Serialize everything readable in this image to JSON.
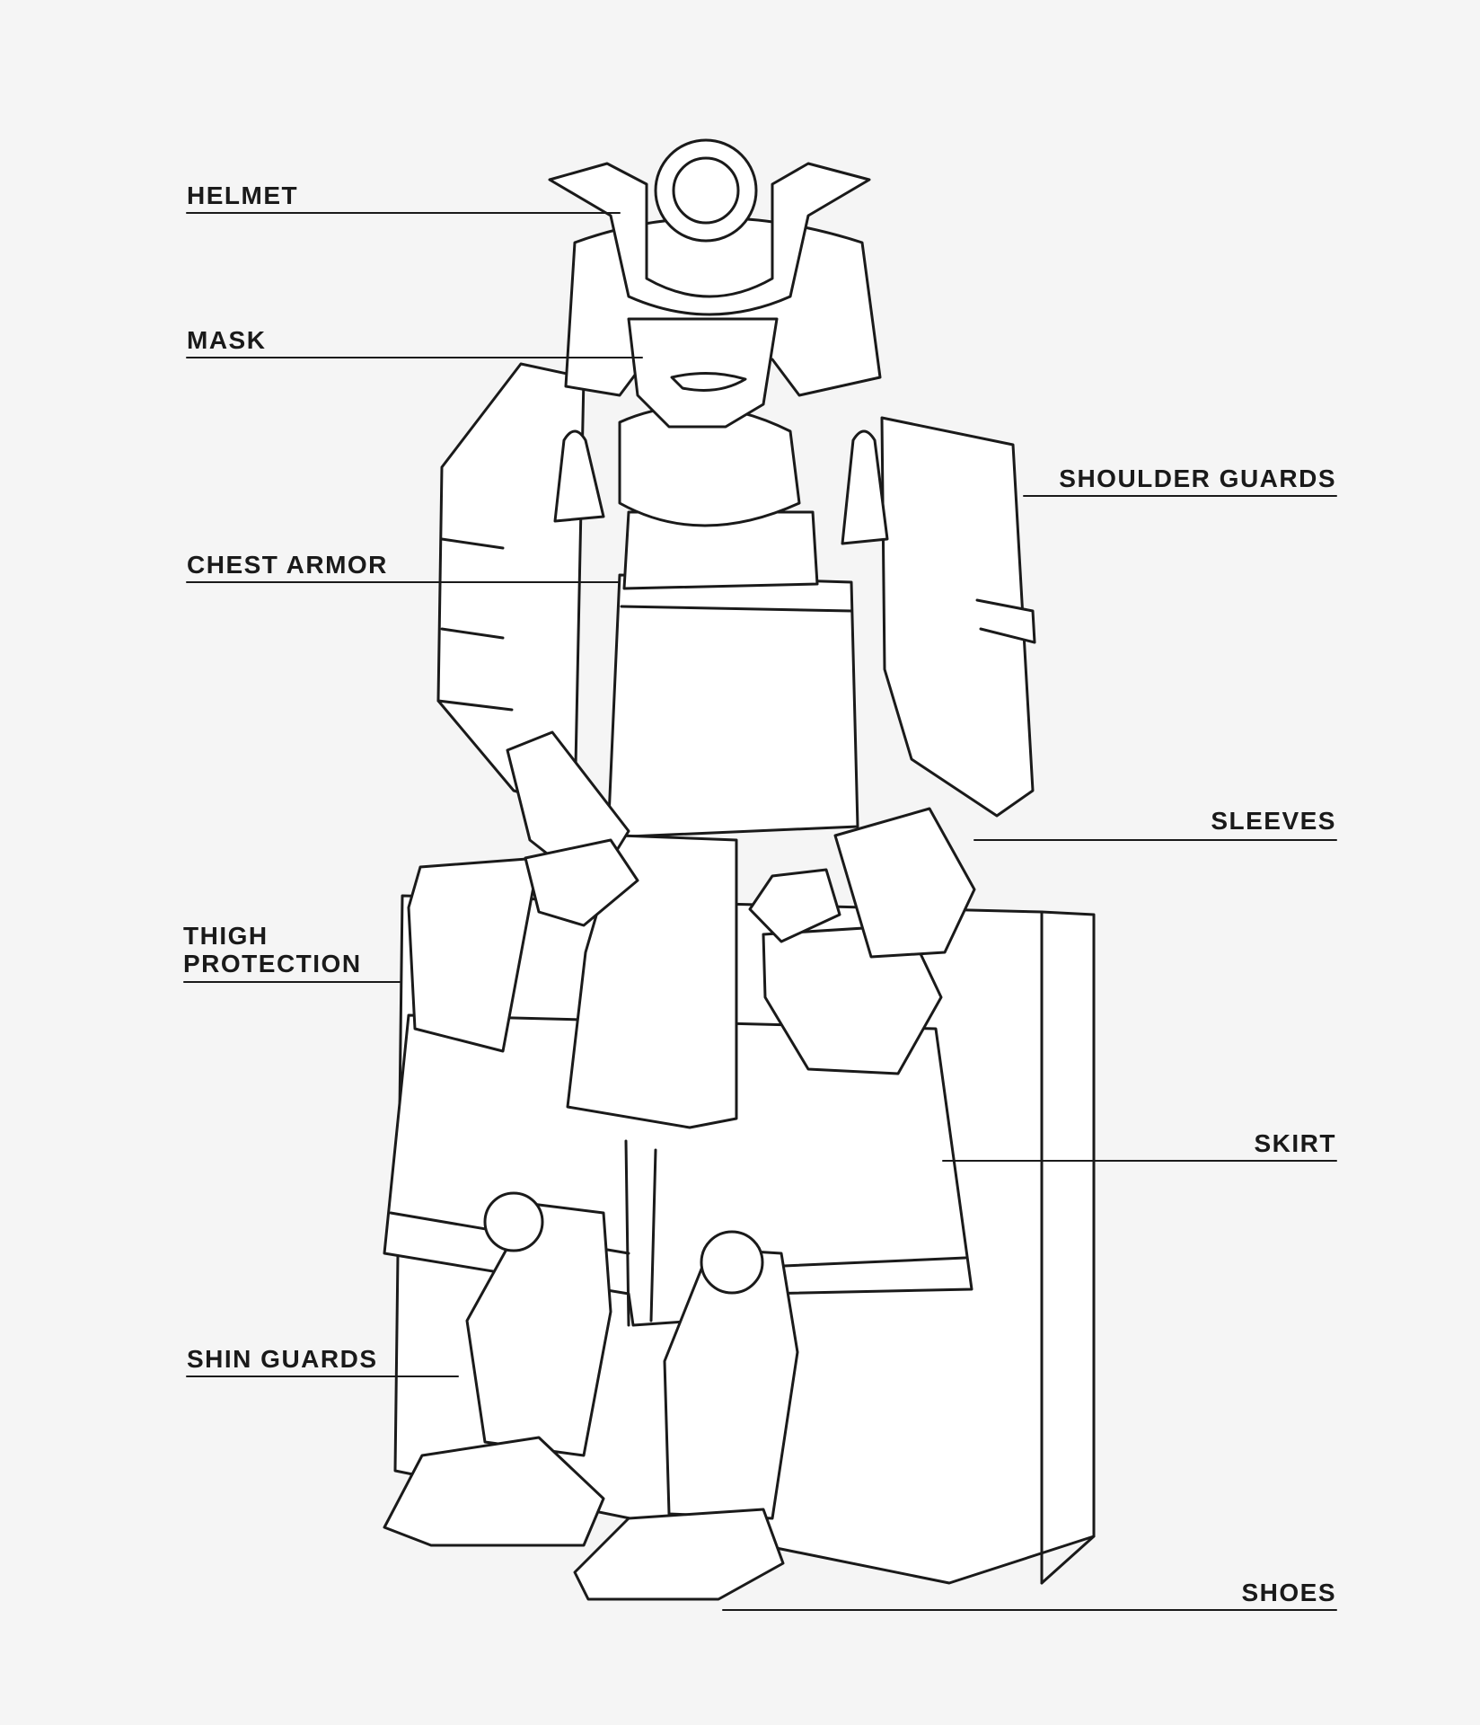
{
  "diagram": {
    "labels": {
      "helmet": "HELMET",
      "mask": "MASK",
      "chest_armor": "CHEST ARMOR",
      "thigh_protection_line1": "THIGH",
      "thigh_protection_line2": "PROTECTION",
      "shin_guards": "SHIN GUARDS",
      "shoulder_guards": "SHOULDER GUARDS",
      "sleeves": "SLEEVES",
      "skirt": "SKIRT",
      "shoes": "SHOES"
    },
    "colors": {
      "background": "#f5f5f5",
      "ink": "#1a1a1a",
      "fill": "#ffffff"
    }
  }
}
